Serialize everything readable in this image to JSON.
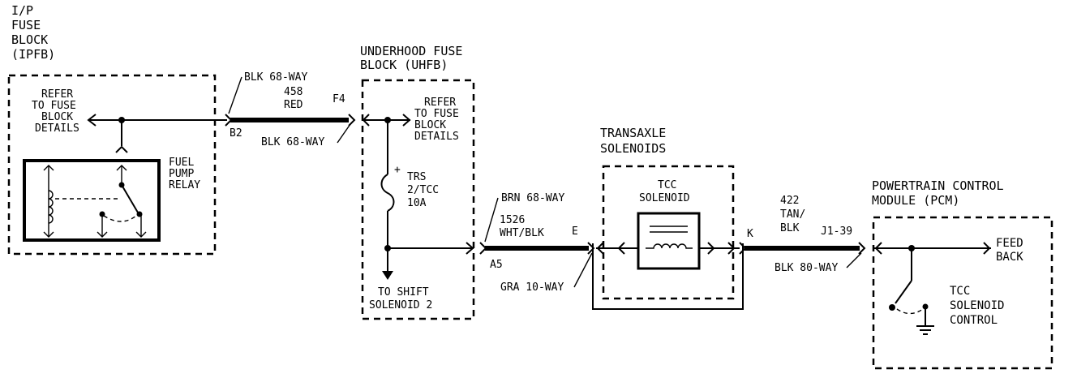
{
  "ipfb": {
    "title_lines": [
      "I/P",
      "FUSE",
      "BLOCK",
      "(IPFB)"
    ],
    "refer_lines": [
      "REFER",
      "TO FUSE",
      "BLOCK",
      "DETAILS"
    ],
    "relay_lines": [
      "FUEL",
      "PUMP",
      "RELAY"
    ]
  },
  "wire1": {
    "connector_top": "BLK 68-WAY",
    "circuit": "458",
    "color": "RED",
    "pin_left": "B2",
    "pin_right": "F4",
    "connector_bottom": "BLK 68-WAY"
  },
  "uhfb": {
    "title_lines": [
      "UNDERHOOD FUSE",
      "BLOCK (UHFB)"
    ],
    "refer_lines": [
      "REFER",
      "TO FUSE",
      "BLOCK",
      "DETAILS"
    ],
    "fuse_lines": [
      "TRS",
      "2/TCC",
      "10A"
    ],
    "shift_lines": [
      "TO SHIFT",
      "SOLENOID 2"
    ],
    "fuse_polarity": "+"
  },
  "wire2": {
    "connector_top": "BRN 68-WAY",
    "circuit": "1526",
    "color": "WHT/BLK",
    "pin_left": "A5",
    "pin_right": "E",
    "connector_bottom": "GRA 10-WAY"
  },
  "transaxle": {
    "title_lines": [
      "TRANSAXLE",
      "SOLENOIDS"
    ],
    "solenoid_lines": [
      "TCC",
      "SOLENOID"
    ]
  },
  "wire3": {
    "circuit": "422",
    "color_lines": [
      "TAN/",
      "BLK"
    ],
    "pin_left": "K",
    "pin_right": "J1-39",
    "connector_bottom": "BLK 80-WAY"
  },
  "pcm": {
    "title_lines": [
      "POWERTRAIN CONTROL",
      "MODULE (PCM)"
    ],
    "feedback_lines": [
      "FEED",
      "BACK"
    ],
    "control_lines": [
      "TCC",
      "SOLENOID",
      "CONTROL"
    ]
  }
}
